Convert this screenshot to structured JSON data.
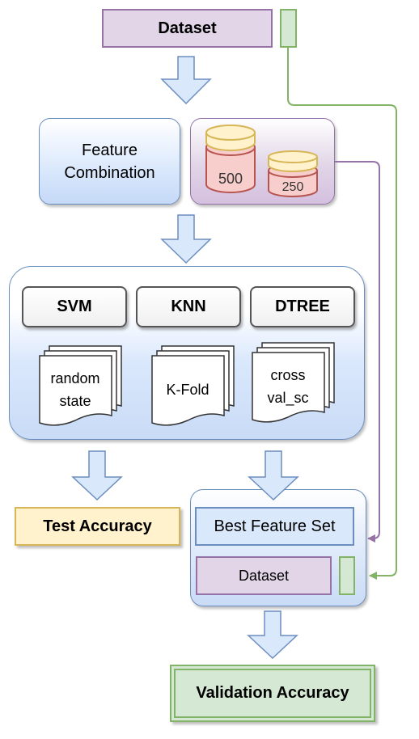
{
  "dataset_top": {
    "label": "Dataset"
  },
  "feature_combination": {
    "line1": "Feature",
    "line2": "Combination"
  },
  "subsets": [
    {
      "label": "500"
    },
    {
      "label": "250"
    }
  ],
  "models": [
    {
      "label": "SVM"
    },
    {
      "label": "KNN"
    },
    {
      "label": "DTREE"
    }
  ],
  "methods": [
    {
      "lines": [
        "random",
        "state"
      ]
    },
    {
      "lines": [
        "K-Fold"
      ]
    },
    {
      "lines": [
        "cross",
        "val_sc"
      ]
    }
  ],
  "test_accuracy": {
    "label": "Test Accuracy"
  },
  "best_feature_set": {
    "label": "Best Feature Set"
  },
  "dataset_bottom": {
    "label": "Dataset"
  },
  "validation_accuracy": {
    "label": "Validation Accuracy"
  },
  "colors": {
    "arrow_fill": "#dae8fc",
    "arrow_stroke": "#6c8ebf",
    "purple_line": "#9673a6",
    "green_line": "#82b366",
    "db_top": "#fff2cc",
    "db_top_stroke": "#d6b656",
    "db_body": "#f8cecc",
    "db_body_stroke": "#b85450"
  }
}
